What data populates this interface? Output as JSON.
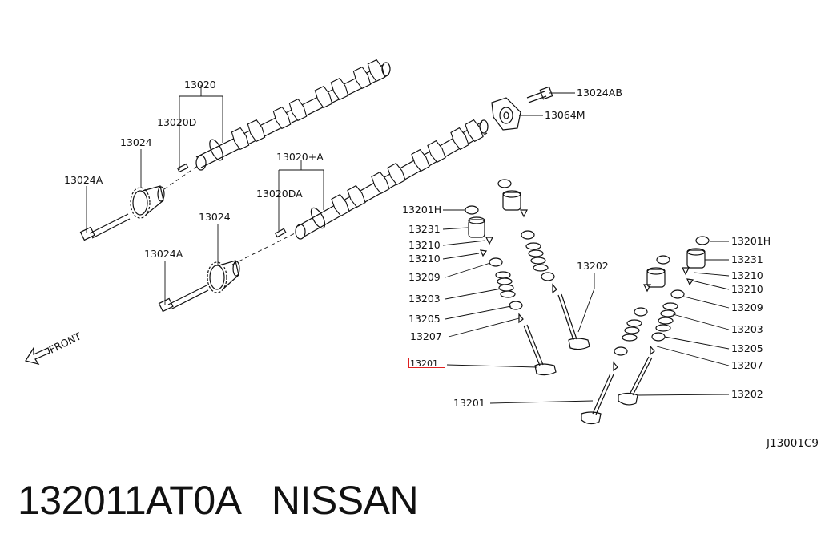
{
  "caption": {
    "part_number": "132011AT0A",
    "brand": "NISSAN"
  },
  "diagram": {
    "figure_code": "J13001C9",
    "front_label": "FRONT",
    "labels": {
      "l13020": "13020",
      "l13020D": "13020D",
      "l13024_top": "13024",
      "l13024A_top": "13024A",
      "l13020A": "13020+A",
      "l13020DA": "13020DA",
      "l13024_bottom": "13024",
      "l13024A_bottom": "13024A",
      "l13024AB": "13024AB",
      "l13064M": "13064M",
      "l13201H_left": "13201H",
      "l13231_left": "13231",
      "l13210_left_a": "13210",
      "l13210_left_b": "13210",
      "l13209_left": "13209",
      "l13203_left": "13203",
      "l13205_left": "13205",
      "l13207_left": "13207",
      "l13201_highlight": "13201",
      "l13201_bottom": "13201",
      "l13202_mid": "13202",
      "l13201H_right": "13201H",
      "l13231_right": "13231",
      "l13210_right_a": "13210",
      "l13210_right_b": "13210",
      "l13209_right": "13209",
      "l13203_right": "13203",
      "l13205_right": "13205",
      "l13207_right": "13207",
      "l13202_right": "13202"
    },
    "highlight_color": "#e02020"
  }
}
